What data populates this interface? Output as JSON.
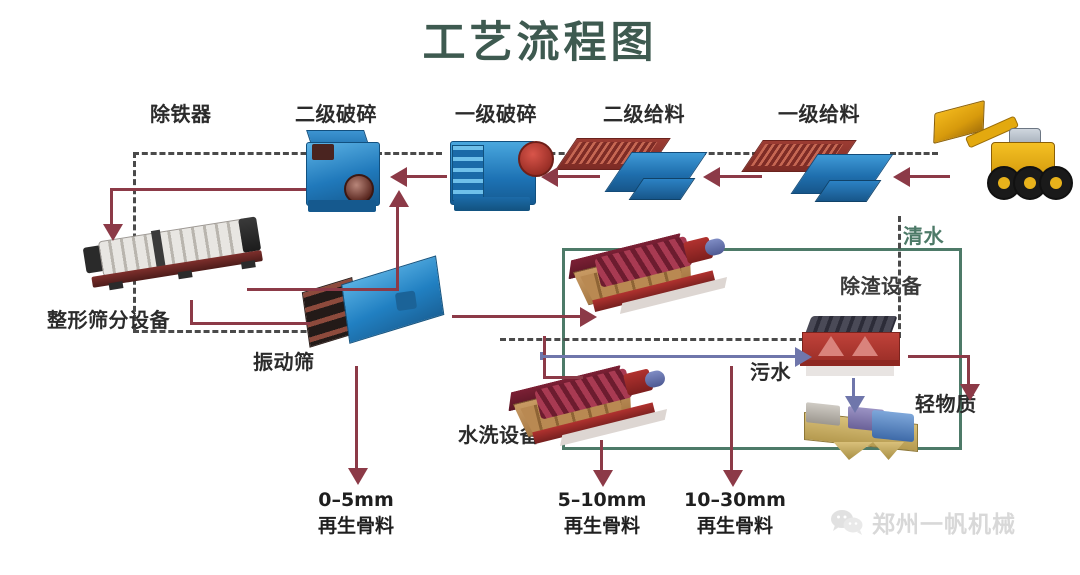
{
  "title": "工艺流程图",
  "labels": {
    "iron_remover": "除铁器",
    "secondary_crushing": "二级破碎",
    "primary_crushing": "一级破碎",
    "secondary_feeding": "二级给料",
    "primary_feeding": "一级给料",
    "shaping_screening": "整形筛分设备",
    "vibrating_screen": "振动筛",
    "washing_equipment": "水洗设备",
    "slag_removal": "除渣设备",
    "clean_water": "清水",
    "waste_water": "污水",
    "light_material": "轻物质"
  },
  "outputs": [
    {
      "size": "0–5mm",
      "product": "再生骨料"
    },
    {
      "size": "5–10mm",
      "product": "再生骨料"
    },
    {
      "size": "10–30mm",
      "product": "再生骨料"
    }
  ],
  "watermark": {
    "icon": "wechat-icon",
    "text": "郑州一帆机械"
  },
  "equipment": [
    {
      "name": "wheel-loader"
    },
    {
      "name": "primary-vibrating-feeder"
    },
    {
      "name": "secondary-vibrating-feeder"
    },
    {
      "name": "jaw-crusher"
    },
    {
      "name": "impact-crusher"
    },
    {
      "name": "trommel-shaping-screen"
    },
    {
      "name": "vibrating-screen"
    },
    {
      "name": "spiral-sand-washer-upper"
    },
    {
      "name": "spiral-sand-washer-lower"
    },
    {
      "name": "slag-remover"
    },
    {
      "name": "light-material-separator"
    }
  ],
  "colors": {
    "title": "#3e5a50",
    "flow_arrow": "#8c3a47",
    "water_arrow": "#6f76ab",
    "recirculation_box": "#4d7a68",
    "label_text": "#2b2b2b"
  }
}
